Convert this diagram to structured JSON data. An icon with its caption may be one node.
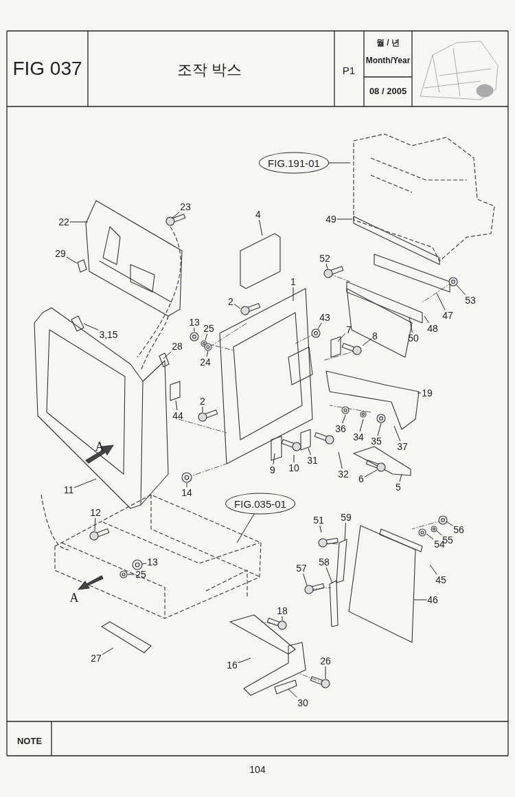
{
  "diagram": {
    "nodes": [
      {
        "text": [
          "FIG.191-01"
        ]
      },
      {
        "text": [
          "23"
        ]
      },
      {
        "text": [
          "22"
        ]
      },
      {
        "text": [
          "4"
        ]
      },
      {
        "text": [
          "49"
        ]
      },
      {
        "text": [
          "29"
        ]
      },
      {
        "text": [
          "52"
        ]
      },
      {
        "text": [
          "2"
        ]
      },
      {
        "text": [
          "1"
        ]
      },
      {
        "text": [
          "43"
        ]
      },
      {
        "text": [
          "53"
        ]
      },
      {
        "text": [
          "47"
        ]
      },
      {
        "text": [
          "48"
        ]
      },
      {
        "text": [
          "50"
        ]
      },
      {
        "text": [
          "3,15"
        ]
      },
      {
        "text": [
          "7"
        ]
      },
      {
        "text": [
          "8"
        ]
      },
      {
        "text": [
          "13"
        ]
      },
      {
        "text": [
          "25"
        ]
      },
      {
        "text": [
          "28"
        ]
      },
      {
        "text": [
          "24"
        ]
      },
      {
        "text": [
          "19"
        ]
      },
      {
        "text": [
          "44"
        ]
      },
      {
        "text": [
          "2"
        ]
      },
      {
        "text": [
          "36"
        ]
      },
      {
        "text": [
          "34"
        ]
      },
      {
        "text": [
          "35"
        ]
      },
      {
        "text": [
          "37"
        ]
      },
      {
        "text": [
          "9"
        ]
      },
      {
        "text": [
          "10"
        ]
      },
      {
        "text": [
          "31"
        ]
      },
      {
        "text": [
          "32"
        ]
      },
      {
        "text": [
          "11"
        ]
      },
      {
        "text": [
          "14"
        ]
      },
      {
        "text": [
          "6"
        ]
      },
      {
        "text": [
          "5"
        ]
      },
      {
        "text": [
          "FIG.035-01"
        ]
      },
      {
        "text": [
          "59"
        ]
      },
      {
        "text": [
          "51"
        ]
      },
      {
        "text": [
          "56"
        ]
      },
      {
        "text": [
          "12"
        ]
      },
      {
        "text": [
          "55"
        ]
      },
      {
        "text": [
          "54"
        ]
      },
      {
        "text": [
          "13"
        ]
      },
      {
        "text": [
          "58"
        ]
      },
      {
        "text": [
          "25"
        ]
      },
      {
        "text": [
          "57"
        ]
      },
      {
        "text": [
          "45"
        ]
      },
      {
        "text": [
          "46"
        ]
      },
      {
        "text": [
          "18"
        ]
      },
      {
        "text": [
          "27"
        ]
      },
      {
        "text": [
          "16"
        ]
      },
      {
        "text": [
          "26"
        ]
      },
      {
        "text": [
          "30"
        ]
      }
    ],
    "edges": [
      {
        "from": 0,
        "to": null,
        "arrow": "none"
      },
      {
        "from": 1,
        "to": null,
        "arrow": "none"
      },
      {
        "from": 2,
        "to": null,
        "arrow": "none"
      },
      {
        "from": 3,
        "to": null,
        "arrow": "none"
      },
      {
        "from": 4,
        "to": null,
        "arrow": "none"
      },
      {
        "from": 5,
        "to": null,
        "arrow": "none"
      },
      {
        "from": 6,
        "to": null,
        "arrow": "none"
      },
      {
        "from": 7,
        "to": null,
        "arrow": "none"
      },
      {
        "from": 8,
        "to": null,
        "arrow": "none"
      },
      {
        "from": 9,
        "to": null,
        "arrow": "none"
      },
      {
        "from": 10,
        "to": null,
        "arrow": "none"
      },
      {
        "from": 11,
        "to": null,
        "arrow": "none"
      },
      {
        "from": 12,
        "to": null,
        "arrow": "none"
      },
      {
        "from": 13,
        "to": null,
        "arrow": "none"
      },
      {
        "from": 14,
        "to": null,
        "arrow": "none"
      },
      {
        "from": 15,
        "to": null,
        "arrow": "none"
      },
      {
        "from": 16,
        "to": null,
        "arrow": "none"
      },
      {
        "from": 17,
        "to": null,
        "arrow": "none"
      },
      {
        "from": 18,
        "to": null,
        "arrow": "none"
      },
      {
        "from": 19,
        "to": null,
        "arrow": "none"
      },
      {
        "from": 20,
        "to": null,
        "arrow": "none"
      },
      {
        "from": 21,
        "to": null,
        "arrow": "none"
      },
      {
        "from": 22,
        "to": null,
        "arrow": "none"
      },
      {
        "from": 23,
        "to": null,
        "arrow": "none"
      },
      {
        "from": 24,
        "to": null,
        "arrow": "none"
      },
      {
        "from": 25,
        "to": null,
        "arrow": "none"
      },
      {
        "from": 26,
        "to": null,
        "arrow": "none"
      },
      {
        "from": 27,
        "to": null,
        "arrow": "none"
      },
      {
        "from": 28,
        "to": null,
        "arrow": "none"
      },
      {
        "from": 29,
        "to": null,
        "arrow": "none"
      },
      {
        "from": 30,
        "to": null,
        "arrow": "none"
      },
      {
        "from": 31,
        "to": null,
        "arrow": "none"
      },
      {
        "from": 32,
        "to": null,
        "arrow": "none"
      },
      {
        "from": 33,
        "to": null,
        "arrow": "none"
      },
      {
        "from": 34,
        "to": null,
        "arrow": "none"
      },
      {
        "from": 35,
        "to": null,
        "arrow": "none"
      },
      {
        "from": 36,
        "to": null,
        "arrow": "none"
      },
      {
        "from": 37,
        "to": null,
        "arrow": "none"
      },
      {
        "from": 38,
        "to": null,
        "arrow": "none"
      },
      {
        "from": 39,
        "to": null,
        "arrow": "none"
      },
      {
        "from": 40,
        "to": null,
        "arrow": "none"
      },
      {
        "from": 41,
        "to": null,
        "arrow": "none"
      },
      {
        "from": 42,
        "to": null,
        "arrow": "none"
      },
      {
        "from": 43,
        "to": null,
        "arrow": "none"
      },
      {
        "from": 44,
        "to": null,
        "arrow": "none"
      },
      {
        "from": 45,
        "to": null,
        "arrow": "none"
      },
      {
        "from": 46,
        "to": null,
        "arrow": "none"
      },
      {
        "from": 47,
        "to": null,
        "arrow": "none"
      },
      {
        "from": 48,
        "to": null,
        "arrow": "none"
      },
      {
        "from": 49,
        "to": null,
        "arrow": "none"
      },
      {
        "from": 50,
        "to": null,
        "arrow": "none"
      },
      {
        "from": 51,
        "to": null,
        "arrow": "none"
      },
      {
        "from": 52,
        "to": null,
        "arrow": "none"
      },
      {
        "from": 53,
        "to": null,
        "arrow": "none"
      }
    ],
    "labels": [
      "FIG 037",
      "조작 박스",
      "P1",
      "월 / 년",
      "Month/Year",
      "08 / 2005",
      "A",
      "A",
      "NOTE",
      "104"
    ]
  }
}
